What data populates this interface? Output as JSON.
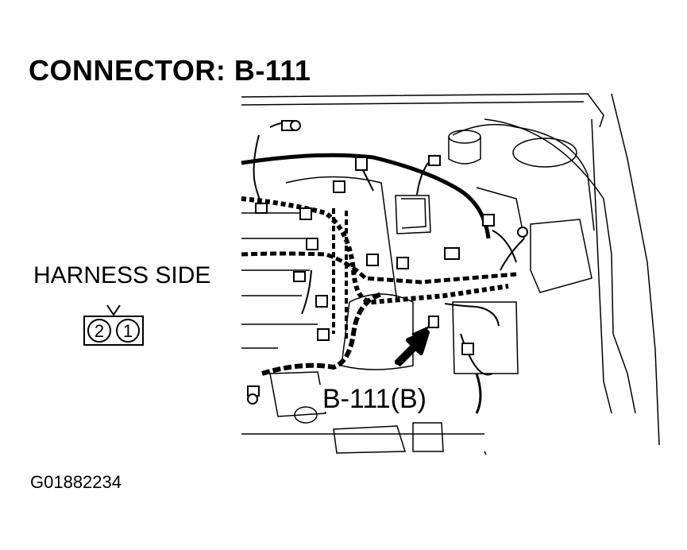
{
  "title": "CONNECTOR: B-111",
  "harness_label": "HARNESS SIDE",
  "connector_pins": [
    "2",
    "1"
  ],
  "callout_label": "B-111(B)",
  "figure_id": "G01882234"
}
